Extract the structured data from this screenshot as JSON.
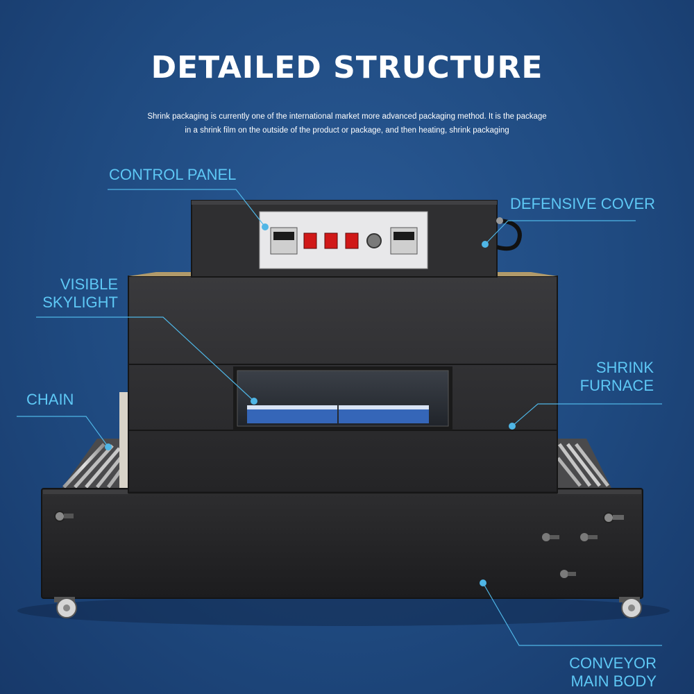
{
  "title": "DETAILED STRUCTURE",
  "description": [
    "Shrink packaging is currently one of the international market more advanced packaging method. It is the package",
    "in a shrink film on the outside of the product or package, and then heating, shrink packaging"
  ],
  "labels": {
    "control_panel": "CONTROL PANEL",
    "defensive_cover": "DEFENSIVE COVER",
    "visible_skylight": [
      "VISIBLE",
      "SKYLIGHT"
    ],
    "shrink_furnace": [
      "SHRINK",
      "FURNACE"
    ],
    "chain": "CHAIN",
    "conveyor_main_body": [
      "CONVEYOR",
      "MAIN BODY"
    ]
  },
  "colors": {
    "background": "#1f4a80",
    "label": "#5ec8f5",
    "leader_line": "#4fb6e6",
    "machine_body": "#2b2b2d",
    "indicator_red": "#d01818"
  }
}
